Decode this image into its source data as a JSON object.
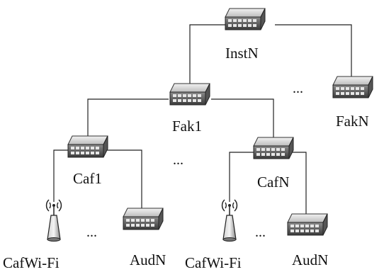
{
  "nodes": {
    "instn": {
      "label": "InstN",
      "icon": "network-switch-icon"
    },
    "fak1": {
      "label": "Fak1",
      "icon": "network-switch-icon"
    },
    "fakn": {
      "label": "FakN",
      "icon": "network-switch-icon"
    },
    "caf1": {
      "label": "Caf1",
      "icon": "network-switch-icon"
    },
    "cafn": {
      "label": "CafN",
      "icon": "network-switch-icon"
    },
    "wifi_left": {
      "label": "CafWi-Fi",
      "icon": "wireless-access-point-icon"
    },
    "aud_left": {
      "label": "AudN",
      "icon": "network-switch-icon"
    },
    "wifi_right": {
      "label": "CafWi-Fi",
      "icon": "wireless-access-point-icon"
    },
    "aud_right": {
      "label": "AudN",
      "icon": "network-switch-icon"
    }
  },
  "ellipses": {
    "faculties": "...",
    "cafedras": "...",
    "left_leaf": "...",
    "right_leaf": "..."
  },
  "colors": {
    "line": "#222222",
    "device_fill": "#d9d9d9",
    "device_dark": "#4a4a4a",
    "text": "#111111"
  }
}
